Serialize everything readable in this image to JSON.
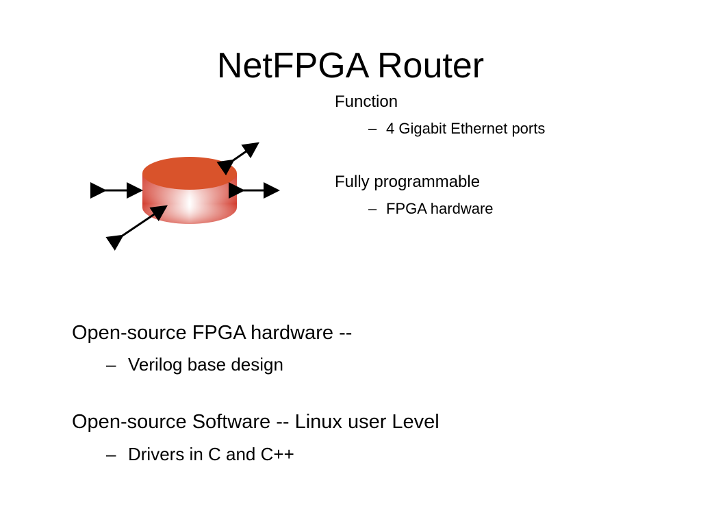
{
  "slide": {
    "title": "NetFPGA Router",
    "top_bullets": [
      {
        "text": "Function",
        "sub": "4 Gigabit Ethernet ports"
      },
      {
        "text": "Fully programmable",
        "sub": "FPGA hardware"
      }
    ],
    "main_bullets": [
      {
        "text": "Open-source FPGA hardware --",
        "sub": "Verilog base design"
      },
      {
        "text": "Open-source Software  -- Linux user Level",
        "sub": "Drivers in C and C++"
      }
    ],
    "dash": "–"
  },
  "diagram": {
    "icon": "router-cylinder-icon",
    "colors": {
      "top": "#d9532b",
      "side_edge": "#d23a2c",
      "side_center": "#ffffff",
      "arrow": "#000000"
    }
  }
}
